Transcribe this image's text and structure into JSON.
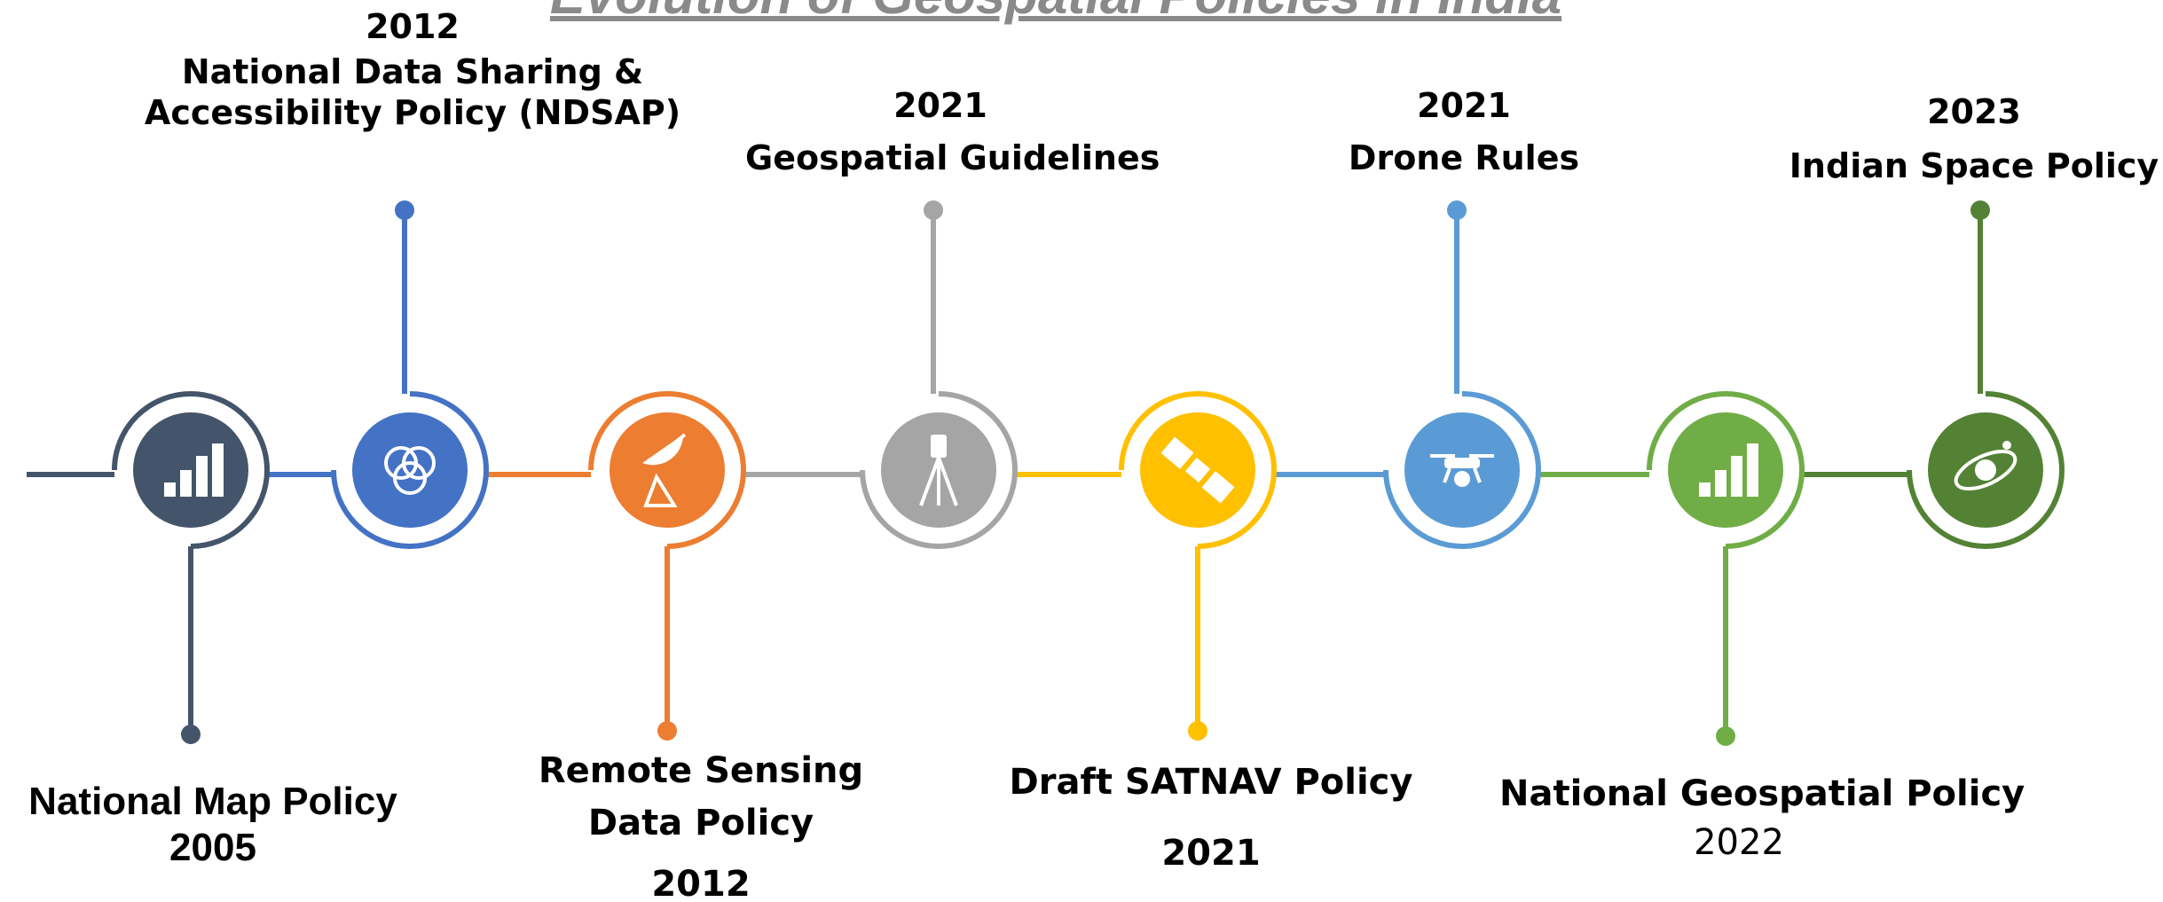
{
  "title": "Evolution of Geospatial Policies in India",
  "colors": {
    "navy": "#44546A",
    "blue": "#4472C4",
    "orange": "#ED7D31",
    "gray": "#A5A5A5",
    "gold": "#FFC000",
    "lightblue": "#5B9BD5",
    "green": "#70AD47",
    "darkgreen": "#548235"
  },
  "milestones": [
    {
      "key": "nmp",
      "title_lines": [
        "National Map Policy"
      ],
      "year": "2005",
      "color": "navy",
      "icon": "bar-chart-icon",
      "label_side": "below"
    },
    {
      "key": "ndsap",
      "year": "2012",
      "title_lines": [
        "National Data Sharing &",
        "Accessibility Policy (NDSAP)"
      ],
      "color": "blue",
      "icon": "venn-circles-icon",
      "label_side": "above"
    },
    {
      "key": "rsdp",
      "title_lines": [
        "Remote Sensing",
        "Data Policy"
      ],
      "year": "2012",
      "color": "orange",
      "icon": "satellite-dish-icon",
      "label_side": "below"
    },
    {
      "key": "geoguide",
      "year": "2021",
      "title_lines": [
        "Geospatial Guidelines"
      ],
      "color": "gray",
      "icon": "survey-tripod-icon",
      "label_side": "above"
    },
    {
      "key": "satnav",
      "title_lines": [
        "Draft SATNAV Policy"
      ],
      "year": "2021",
      "color": "gold",
      "icon": "satellite-icon",
      "label_side": "below"
    },
    {
      "key": "drone",
      "year": "2021",
      "title_lines": [
        "Drone Rules"
      ],
      "color": "lightblue",
      "icon": "drone-icon",
      "label_side": "above"
    },
    {
      "key": "ngp",
      "title_lines": [
        "National Geospatial Policy"
      ],
      "year": "2022",
      "color": "green",
      "icon": "bar-chart-icon",
      "label_side": "below"
    },
    {
      "key": "isp",
      "year": "2023",
      "title_lines": [
        "Indian Space Policy"
      ],
      "color": "darkgreen",
      "icon": "orbit-icon",
      "label_side": "above"
    }
  ]
}
